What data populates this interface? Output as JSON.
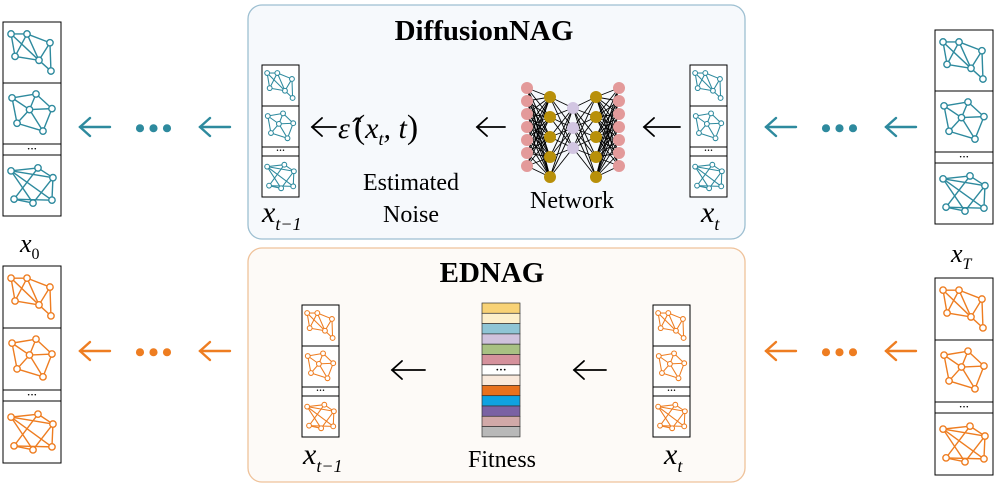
{
  "panels": {
    "top": {
      "title": "DiffusionNAG",
      "border_color": "#9dbfd1",
      "fill_color": "#f6f9fc"
    },
    "bottom": {
      "title": "EDNAG",
      "border_color": "#efc29a",
      "fill_color": "#fdfaf7"
    }
  },
  "labels": {
    "x0": "x",
    "x0_sub": "0",
    "xT": "x",
    "xT_sub": "T",
    "x_t": "x",
    "x_t_sub": "t",
    "x_t1": "x",
    "x_t1_sub": "t−1",
    "estimated_noise_line1": "Estimated",
    "estimated_noise_line2": "Noise",
    "network": "Network",
    "fitness": "Fitness",
    "eps_symbol": "ε̂",
    "eps_open": "(",
    "eps_args_x": "x",
    "eps_args_sub": "t",
    "eps_args_rest": ", t",
    "eps_close": ")",
    "ellipsis": "•••",
    "small_ellipsis": "···"
  },
  "colors": {
    "teal": "#2e8a9e",
    "orange": "#ee7d21",
    "net_pink": "#e39a9a",
    "net_gold": "#b8900a",
    "net_lavender": "#d2c6e2"
  },
  "fitness_bars": [
    "#f8d276",
    "#fcefcb",
    "#8fc5d5",
    "#cfc2dd",
    "#a8c183",
    "#d5919c",
    "#ffffff",
    "#f9e9dc",
    "#e8711d",
    "#0fa2e1",
    "#7a62a3",
    "#d1a9a8",
    "#b8b8b8"
  ],
  "icons": {
    "arrow": "left-arrow-icon",
    "graph": "graph-icon",
    "network": "neural-network-icon"
  }
}
